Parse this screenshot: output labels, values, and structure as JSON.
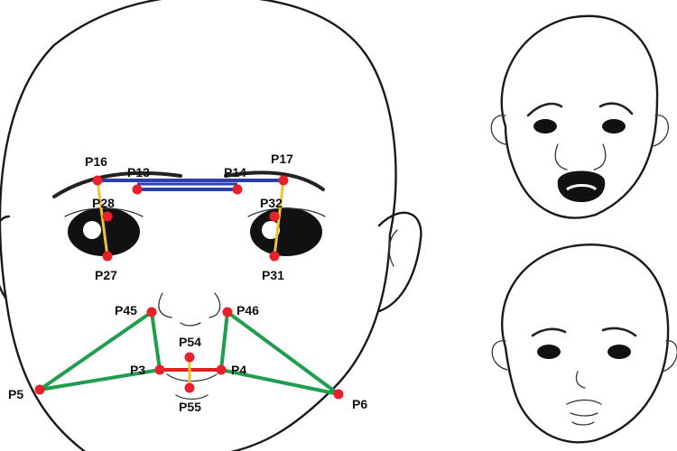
{
  "diagram": {
    "landmarks": [
      {
        "id": "P16",
        "label": "P16"
      },
      {
        "id": "P13",
        "label": "P13"
      },
      {
        "id": "P14",
        "label": "P14"
      },
      {
        "id": "P17",
        "label": "P17"
      },
      {
        "id": "P28",
        "label": "P28"
      },
      {
        "id": "P32",
        "label": "P32"
      },
      {
        "id": "P27",
        "label": "P27"
      },
      {
        "id": "P31",
        "label": "P31"
      },
      {
        "id": "P45",
        "label": "P45"
      },
      {
        "id": "P46",
        "label": "P46"
      },
      {
        "id": "P54",
        "label": "P54"
      },
      {
        "id": "P3",
        "label": "P3"
      },
      {
        "id": "P4",
        "label": "P4"
      },
      {
        "id": "P5",
        "label": "P5"
      },
      {
        "id": "P6",
        "label": "P6"
      },
      {
        "id": "P55",
        "label": "P55"
      }
    ],
    "edges": [
      {
        "from": "P16",
        "to": "P17",
        "color": "blue"
      },
      {
        "from": "P13",
        "to": "P14",
        "color": "blue"
      },
      {
        "from": "P16",
        "to": "P27",
        "color": "yellow"
      },
      {
        "from": "P17",
        "to": "P31",
        "color": "yellow"
      },
      {
        "from": "P5",
        "to": "P45",
        "color": "green"
      },
      {
        "from": "P5",
        "to": "P3",
        "color": "green"
      },
      {
        "from": "P45",
        "to": "P3",
        "color": "green"
      },
      {
        "from": "P6",
        "to": "P46",
        "color": "green"
      },
      {
        "from": "P6",
        "to": "P4",
        "color": "green"
      },
      {
        "from": "P46",
        "to": "P4",
        "color": "green"
      },
      {
        "from": "P3",
        "to": "P4",
        "color": "red"
      },
      {
        "from": "P54",
        "to": "P55",
        "color": "yellow"
      }
    ],
    "colors": {
      "blue": "#2b3fa8",
      "yellow": "#f2c230",
      "green": "#1f9e4e",
      "red": "#e02020",
      "point": "#e8202a"
    }
  }
}
